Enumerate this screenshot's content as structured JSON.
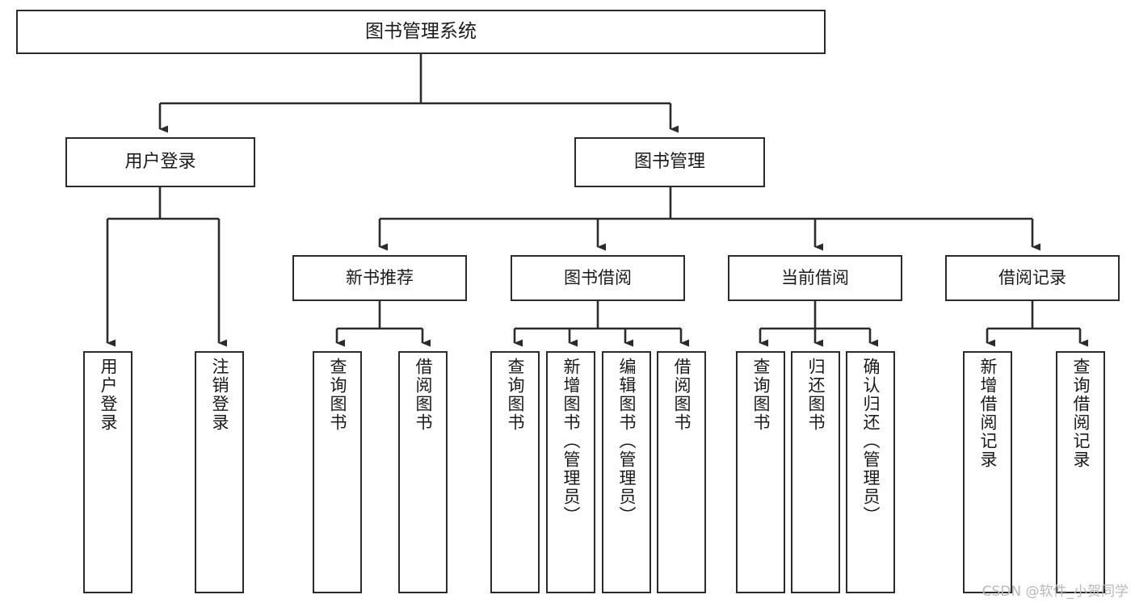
{
  "diagram": {
    "title": "图书管理系统",
    "type": "hierarchy-tree",
    "watermark": "CSDN @软件_小贺同学",
    "colors": {
      "box_border": "#2b2b2b",
      "box_fill": "#ffffff",
      "edge": "#2b2b2b",
      "text": "#1a1a1a",
      "watermark": "#b9b9b9"
    },
    "nodes": {
      "root": {
        "label": "图书管理系统"
      },
      "level1": [
        {
          "id": "user-login",
          "label": "用户登录"
        },
        {
          "id": "book-management",
          "label": "图书管理"
        }
      ],
      "level2": [
        {
          "id": "new-book-recommend",
          "label": "新书推荐"
        },
        {
          "id": "book-borrow",
          "label": "图书借阅"
        },
        {
          "id": "current-borrow",
          "label": "当前借阅"
        },
        {
          "id": "borrow-record",
          "label": "借阅记录"
        }
      ],
      "leaves": {
        "user_login": [
          {
            "id": "leaf-user-login",
            "label": "用户登录"
          },
          {
            "id": "leaf-logout-login",
            "label": "注销登录"
          }
        ],
        "new_book_recommend": [
          {
            "id": "leaf-query-book-1",
            "label": "查询图书"
          },
          {
            "id": "leaf-borrow-book-1",
            "label": "借阅图书"
          }
        ],
        "book_borrow": [
          {
            "id": "leaf-query-book-2",
            "label": "查询图书"
          },
          {
            "id": "leaf-add-book",
            "label": "新增图书（管理员）"
          },
          {
            "id": "leaf-edit-book",
            "label": "编辑图书（管理员）"
          },
          {
            "id": "leaf-borrow-book-2",
            "label": "借阅图书"
          }
        ],
        "current_borrow": [
          {
            "id": "leaf-query-book-3",
            "label": "查询图书"
          },
          {
            "id": "leaf-return-book",
            "label": "归还图书"
          },
          {
            "id": "leaf-confirm-return",
            "label": "确认归还（管理员）"
          }
        ],
        "borrow_record": [
          {
            "id": "leaf-add-record",
            "label": "新增借阅记录"
          },
          {
            "id": "leaf-query-record",
            "label": "查询借阅记录"
          }
        ]
      }
    }
  }
}
